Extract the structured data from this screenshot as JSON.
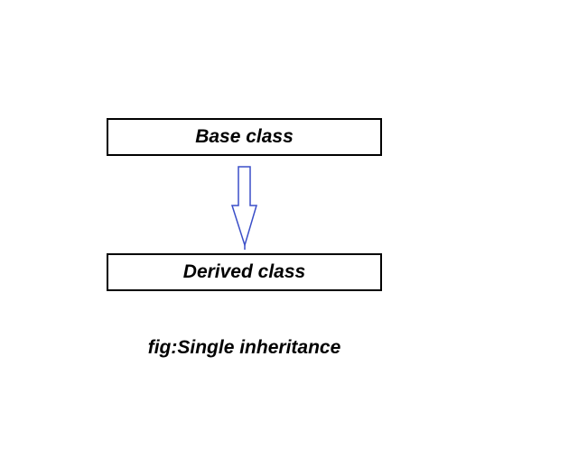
{
  "diagram": {
    "caption": "fig:Single inheritance",
    "nodes": [
      {
        "id": "base",
        "label": "Base class"
      },
      {
        "id": "derived",
        "label": "Derived class"
      }
    ],
    "connector": {
      "type": "block-arrow-down",
      "from": "base",
      "to": "derived"
    },
    "colors": {
      "background": "#ffffff",
      "box_border": "#000000",
      "box_fill": "#ffffff",
      "arrow_outline": "#3a4ec8",
      "arrow_fill": "#ffffff",
      "text": "#000000"
    }
  }
}
